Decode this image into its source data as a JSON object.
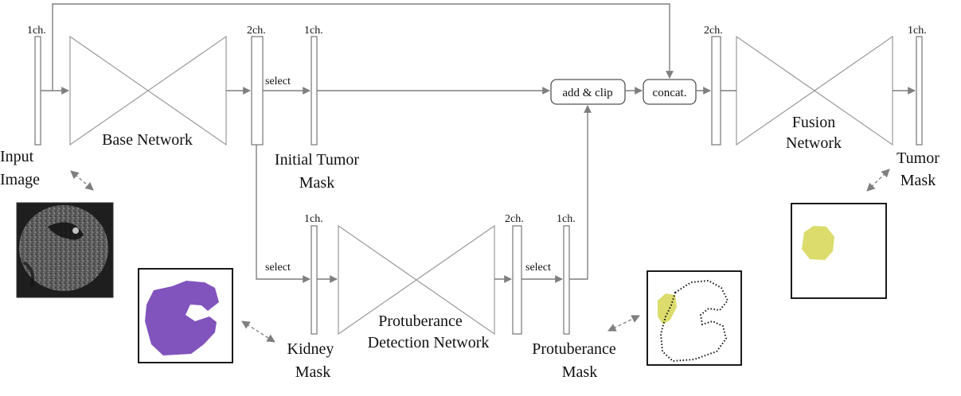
{
  "channels": {
    "input": "1ch.",
    "base_out": "2ch.",
    "initial_mask": "1ch.",
    "fusion_in": "2ch.",
    "fusion_out": "1ch.",
    "kidney": "1ch.",
    "protuberance_out": "2ch.",
    "protuberance_mask": "1ch."
  },
  "select_labels": {
    "top": "select",
    "kidney": "select",
    "protuberance": "select"
  },
  "networks": {
    "base": "Base Network",
    "fusion_line1": "Fusion",
    "fusion_line2": "Network",
    "protuberance_line1": "Protuberance",
    "protuberance_line2": "Detection Network"
  },
  "operations": {
    "add_clip": "add & clip",
    "concat": "concat."
  },
  "labels": {
    "input_line1": "Input",
    "input_line2": "Image",
    "initial_tumor_line1": "Initial Tumor",
    "initial_tumor_line2": "Mask",
    "tumor_line1": "Tumor",
    "tumor_line2": "Mask",
    "kidney_line1": "Kidney",
    "kidney_line2": "Mask",
    "protuberance_line1": "Protuberance",
    "protuberance_line2": "Mask"
  },
  "colors": {
    "kidney_purple": "#8154bd",
    "tumor_yellow": "#dbdc6b",
    "arrow_gray": "#7f7f7f",
    "ct_dark": "#3a3a3a"
  },
  "icons": {
    "input_image": "ct-slice-image",
    "kidney_mask": "purple-kidney-shape",
    "protuberance_mask": "dotted-kidney-outline-with-yellow-blob",
    "tumor_mask": "yellow-tumor-blob"
  }
}
